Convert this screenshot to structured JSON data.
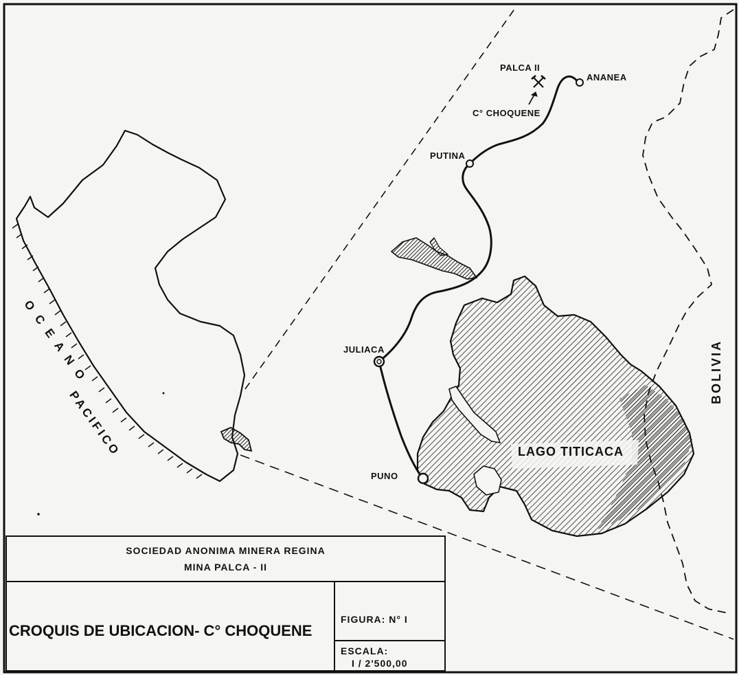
{
  "map": {
    "places": {
      "palca": "PALCA II",
      "ananea": "ANANEA",
      "choquene": "C° CHOQUENE",
      "putina": "PUTINA",
      "juliaca": "JULIACA",
      "puno": "PUNO"
    },
    "lake": "LAGO TITICACA",
    "ocean": "O C E A N O",
    "ocean_name": "PACIFICO",
    "country": "BOLIVIA"
  },
  "title_block": {
    "company_line1": "SOCIEDAD ANONIMA MINERA REGINA",
    "company_line2": "MINA PALCA - II",
    "title": "CROQUIS DE UBICACION- C° CHOQUENE",
    "figure": "FIGURA: N° I",
    "scale_label": "ESCALA:",
    "scale_value": "I / 2'500,00"
  },
  "colors": {
    "ink": "#111111",
    "paper": "#f5f5f3",
    "hatch": "#222222"
  },
  "icons": {
    "mine": "crossed-hammers-icon",
    "town": "circle-marker-icon"
  }
}
